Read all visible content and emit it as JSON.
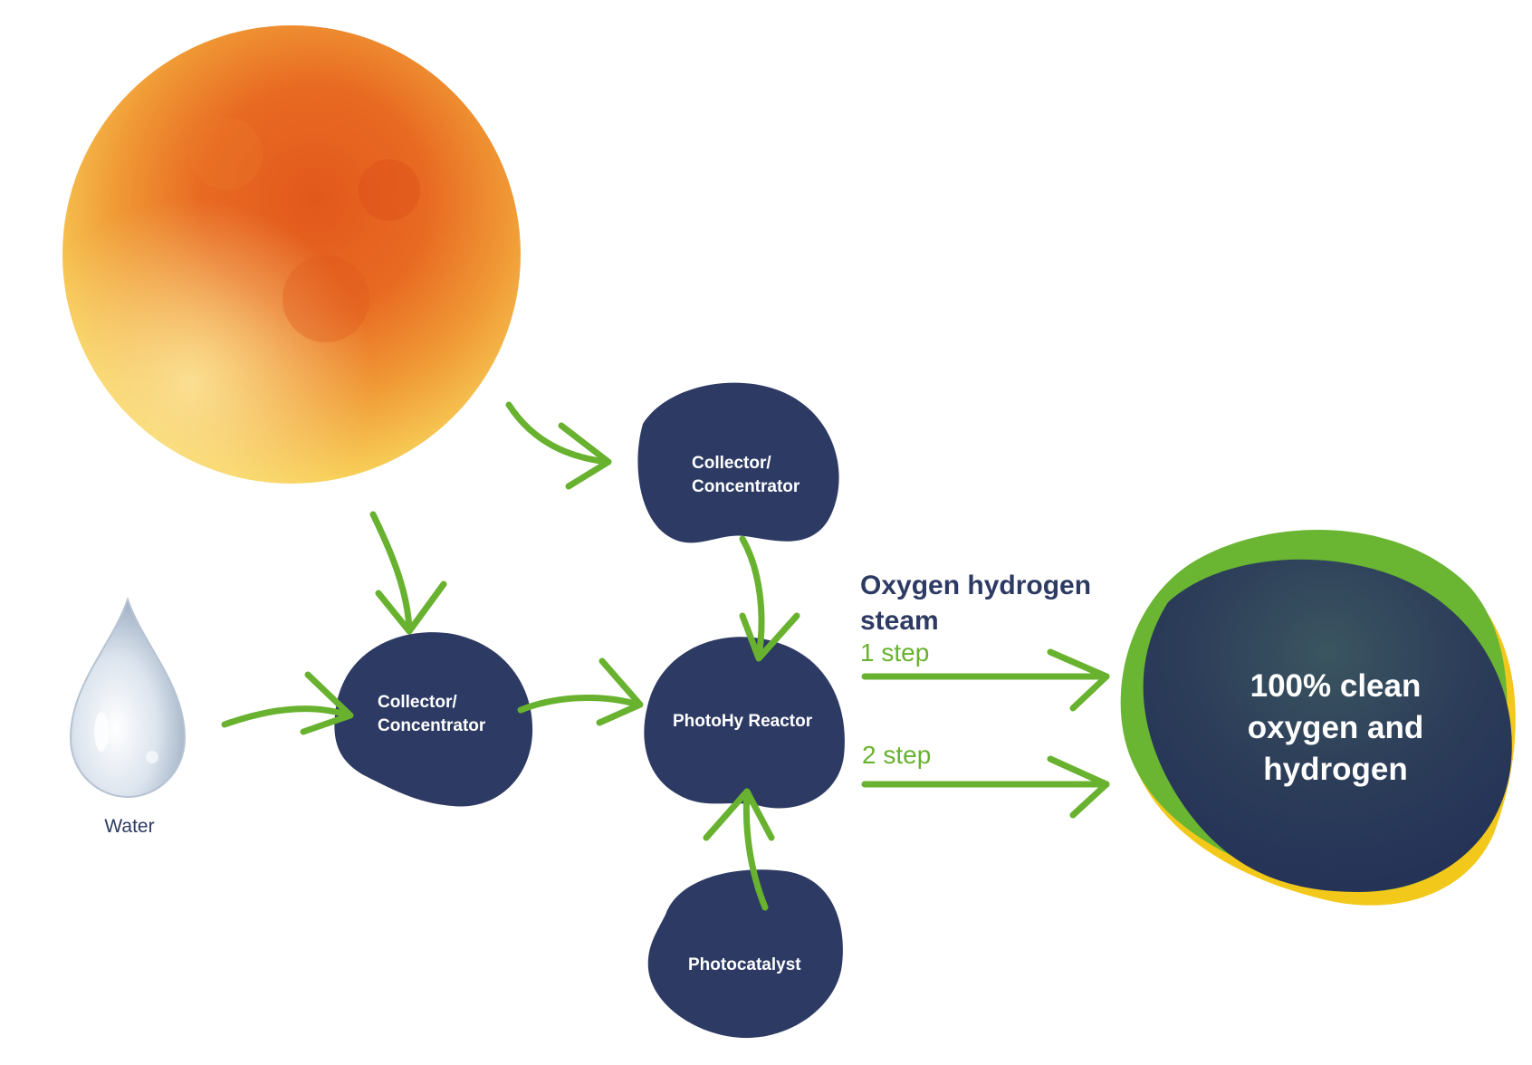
{
  "colors": {
    "node_fill": "#2d3a63",
    "arrow": "#68b22f",
    "heading_text": "#2d3a63",
    "step_text": "#68b22f",
    "sun_core": "#e2581c",
    "sun_edge": "#f8d25a",
    "result_outer_green": "#6ab532",
    "result_outer_yellow": "#f2c81a"
  },
  "icons": {
    "sun": "sun-illustration",
    "water": "water-drop-icon"
  },
  "water": {
    "label": "Water"
  },
  "nodes": {
    "collector_top": {
      "line1": "Collector/",
      "line2": "Concentrator"
    },
    "collector_left": {
      "line1": "Collector/",
      "line2": "Concentrator"
    },
    "reactor": {
      "label": "PhotoHy Reactor"
    },
    "photocatalyst": {
      "label": "Photocatalyst"
    }
  },
  "output": {
    "heading_line1": "Oxygen hydrogen",
    "heading_line2": "steam",
    "step1": "1 step",
    "step2": "2 step"
  },
  "result": {
    "line1": "100% clean",
    "line2": "oxygen and",
    "line3": "hydrogen"
  }
}
